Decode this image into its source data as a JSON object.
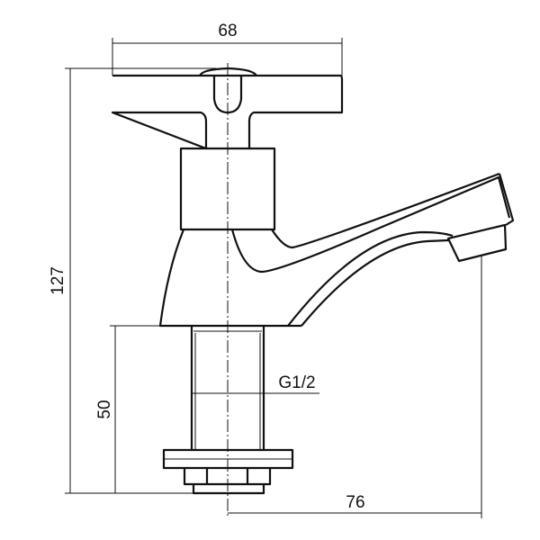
{
  "drawing": {
    "title": "Tap technical drawing",
    "dimensions": {
      "width_top": "68",
      "total_height": "127",
      "shank_height": "50",
      "thread": "G1/2",
      "spout_reach": "76"
    }
  }
}
